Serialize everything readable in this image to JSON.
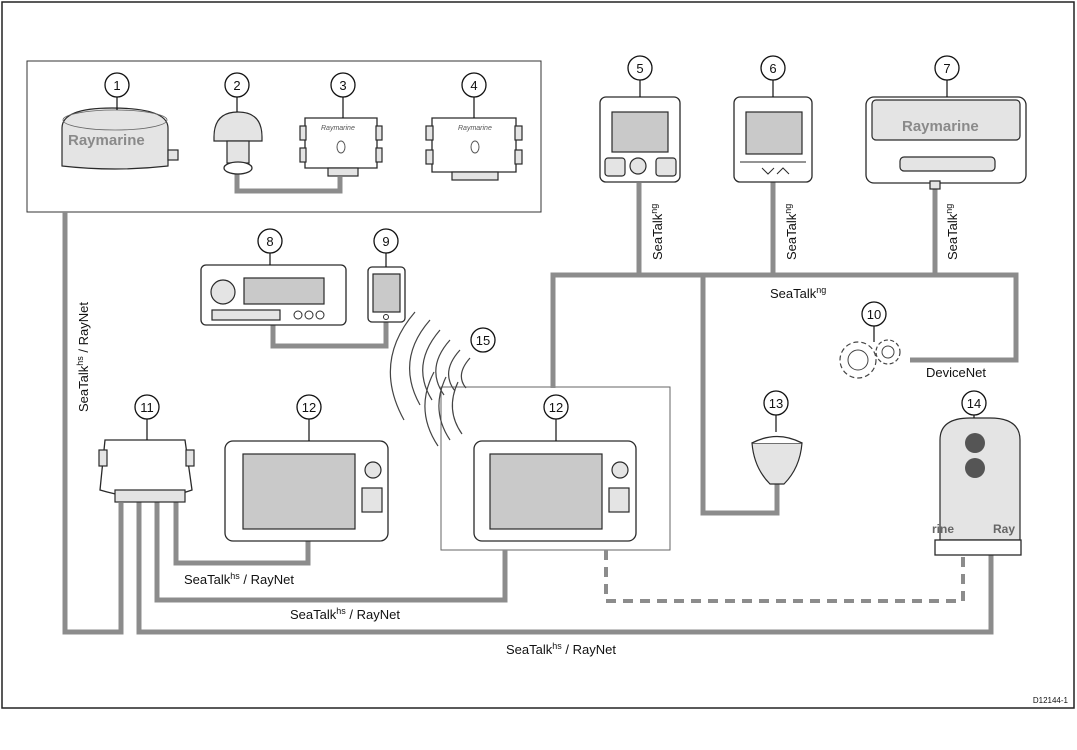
{
  "labels": {
    "seatalkng_a": "SeaTalk",
    "seatalkng_b": "SeaTalk",
    "seatalkng_c": "SeaTalk",
    "seatalkng_bus": "SeaTalk",
    "ng_sup": "ng",
    "devicenet": "DeviceNet",
    "seatalkhs_vertical": "SeaTalk",
    "seatalkhs_bottom1": "SeaTalk",
    "seatalkhs_bottom2": "SeaTalk",
    "seatalkhs_bottom3": "SeaTalk",
    "hs_sup": "hs",
    "raynet_suffix": " / RayNet",
    "drawing_ref": "D12144-1"
  },
  "callouts": {
    "c1": "1",
    "c2": "2",
    "c3": "3",
    "c4": "4",
    "c5": "5",
    "c6": "6",
    "c7": "7",
    "c8": "8",
    "c9": "9",
    "c10": "10",
    "c11": "11",
    "c12a": "12",
    "c12b": "12",
    "c13": "13",
    "c14": "14",
    "c15": "15"
  },
  "device_text": {
    "radome_brand": "Raymarine",
    "pod_brand": "Raymarine",
    "camera_brand_left": "rine",
    "camera_brand_right": "Ray"
  }
}
